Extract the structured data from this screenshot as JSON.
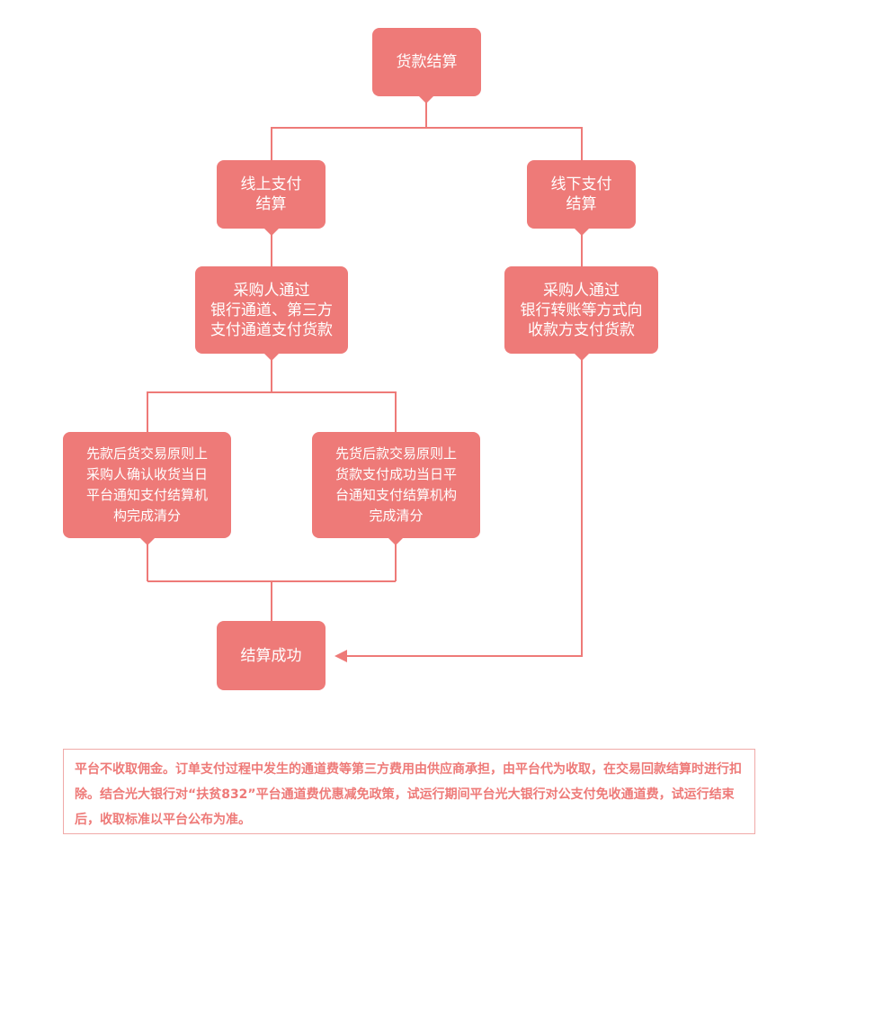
{
  "colors": {
    "node_fill": "#ee7a78",
    "node_text": "#ffffff",
    "connector": "#ee7a78",
    "note_border": "#f0aaa8",
    "note_text": "#ee7a78"
  },
  "flow": {
    "start": "货款结算",
    "online": "线上支付\n结算",
    "offline": "线下支付\n结算",
    "online_payment": "采购人通过\n银行通道、第三方\n支付通道支付货款",
    "offline_payment": "采购人通过\n银行转账等方式向\n收款方支付货款",
    "pay_first": "先款后货交易原则上\n采购人确认收货当日\n平台通知支付结算机\n构完成清分",
    "goods_first": "先货后款交易原则上\n货款支付成功当日平\n台通知支付结算机构\n完成清分",
    "end": "结算成功"
  },
  "note": {
    "text": "平台不收取佣金。订单支付过程中发生的通道费等第三方费用由供应商承担，由平台代为收取，在交易回款结算时进行扣除。结合光大银行对“扶贫832”平台通道费优惠减免政策，试运行期间平台光大银行对公支付免收通道费，试运行结束后，收取标准以平台公布为准。"
  }
}
